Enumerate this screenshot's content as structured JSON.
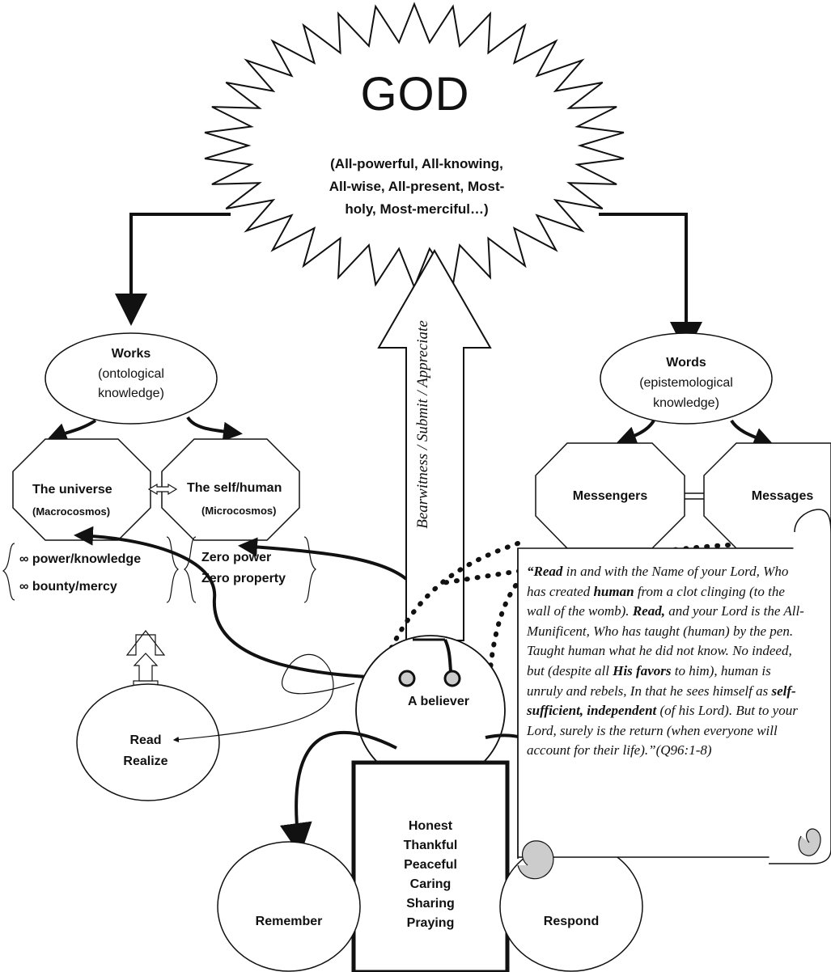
{
  "god": {
    "title": "GOD",
    "attributes_lines": [
      "(All-powerful, All-knowing,",
      "All-wise, All-present, Most-",
      "holy, Most-merciful…)"
    ]
  },
  "works": {
    "title": "Works",
    "sub_lines": [
      "(ontological",
      "knowledge)"
    ]
  },
  "words": {
    "title": "Words",
    "sub_lines": [
      "(epistemological",
      "knowledge)"
    ]
  },
  "universe": {
    "title": "The universe",
    "sub": "(Macrocosmos)",
    "traits": [
      "∞ power/knowledge",
      "∞ bounty/mercy"
    ]
  },
  "self": {
    "title": "The self/human",
    "sub": "(Microcosmos)",
    "traits": [
      "Zero power",
      "Zero property"
    ]
  },
  "messengers": {
    "title": "Messengers"
  },
  "messages": {
    "title": "Messages"
  },
  "central_arrow_label": "Bearwitness / Submit / Appreciate",
  "believer": {
    "label": "A believer"
  },
  "read_realize": {
    "lines": [
      "Read",
      "Realize"
    ]
  },
  "virtues": [
    "Honest",
    "Thankful",
    "Peaceful",
    "Caring",
    "Sharing",
    "Praying"
  ],
  "remember": {
    "label": "Remember"
  },
  "respond": {
    "label": "Respond"
  },
  "quote": {
    "segments": [
      {
        "text": "“Read",
        "bold": true
      },
      {
        "text": " in and with the Name of your Lord, Who has created ",
        "bold": false
      },
      {
        "text": "human",
        "bold": true
      },
      {
        "text": " from a clot clinging (to the wall of the womb). ",
        "bold": false
      },
      {
        "text": "Read,",
        "bold": true
      },
      {
        "text": " and your Lord is the All-Munificent, Who has taught (human) by the pen. Taught human what he did not know. No indeed, but (despite all ",
        "bold": false
      },
      {
        "text": "His favors",
        "bold": true
      },
      {
        "text": " to him), human is unruly and rebels, In that he sees himself as ",
        "bold": false
      },
      {
        "text": "self-sufficient, independent",
        "bold": true
      },
      {
        "text": " (of his Lord). But to your Lord, surely is the return (when everyone will account for their life).”(Q96:1-8)",
        "bold": false
      }
    ]
  }
}
